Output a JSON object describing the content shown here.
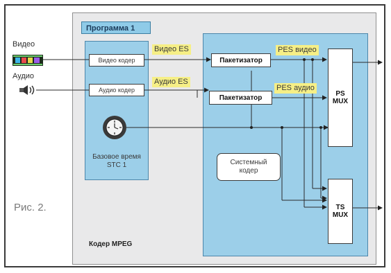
{
  "labels": {
    "video": "Видео",
    "audio": "Аудио",
    "program": "Программа 1",
    "video_coder": "Видео кодер",
    "audio_coder": "Аудио кодер",
    "base_time_line1": "Базовое время",
    "base_time_line2": "STC 1",
    "video_es": "Видео ES",
    "audio_es": "Аудио ES",
    "packetizer": "Пакетизатор",
    "pes_video": "PES видео",
    "pes_audio": "PES аудио",
    "ps_mux_line1": "PS",
    "ps_mux_line2": "MUX",
    "ts_mux_line1": "TS",
    "ts_mux_line2": "MUX",
    "system_coder_line1": "Системный",
    "system_coder_line2": "кодер",
    "encoder_title": "Кодер MPEG",
    "figure_caption": "Рис. 2."
  },
  "icons": {
    "video_source": "filmstrip-icon",
    "audio_source": "speaker-icon",
    "clock": "clock-icon"
  },
  "colors": {
    "module_fill": "#9ccfe9",
    "label_highlight": "#f6ef86",
    "panel_fill": "#e9e9ea"
  }
}
